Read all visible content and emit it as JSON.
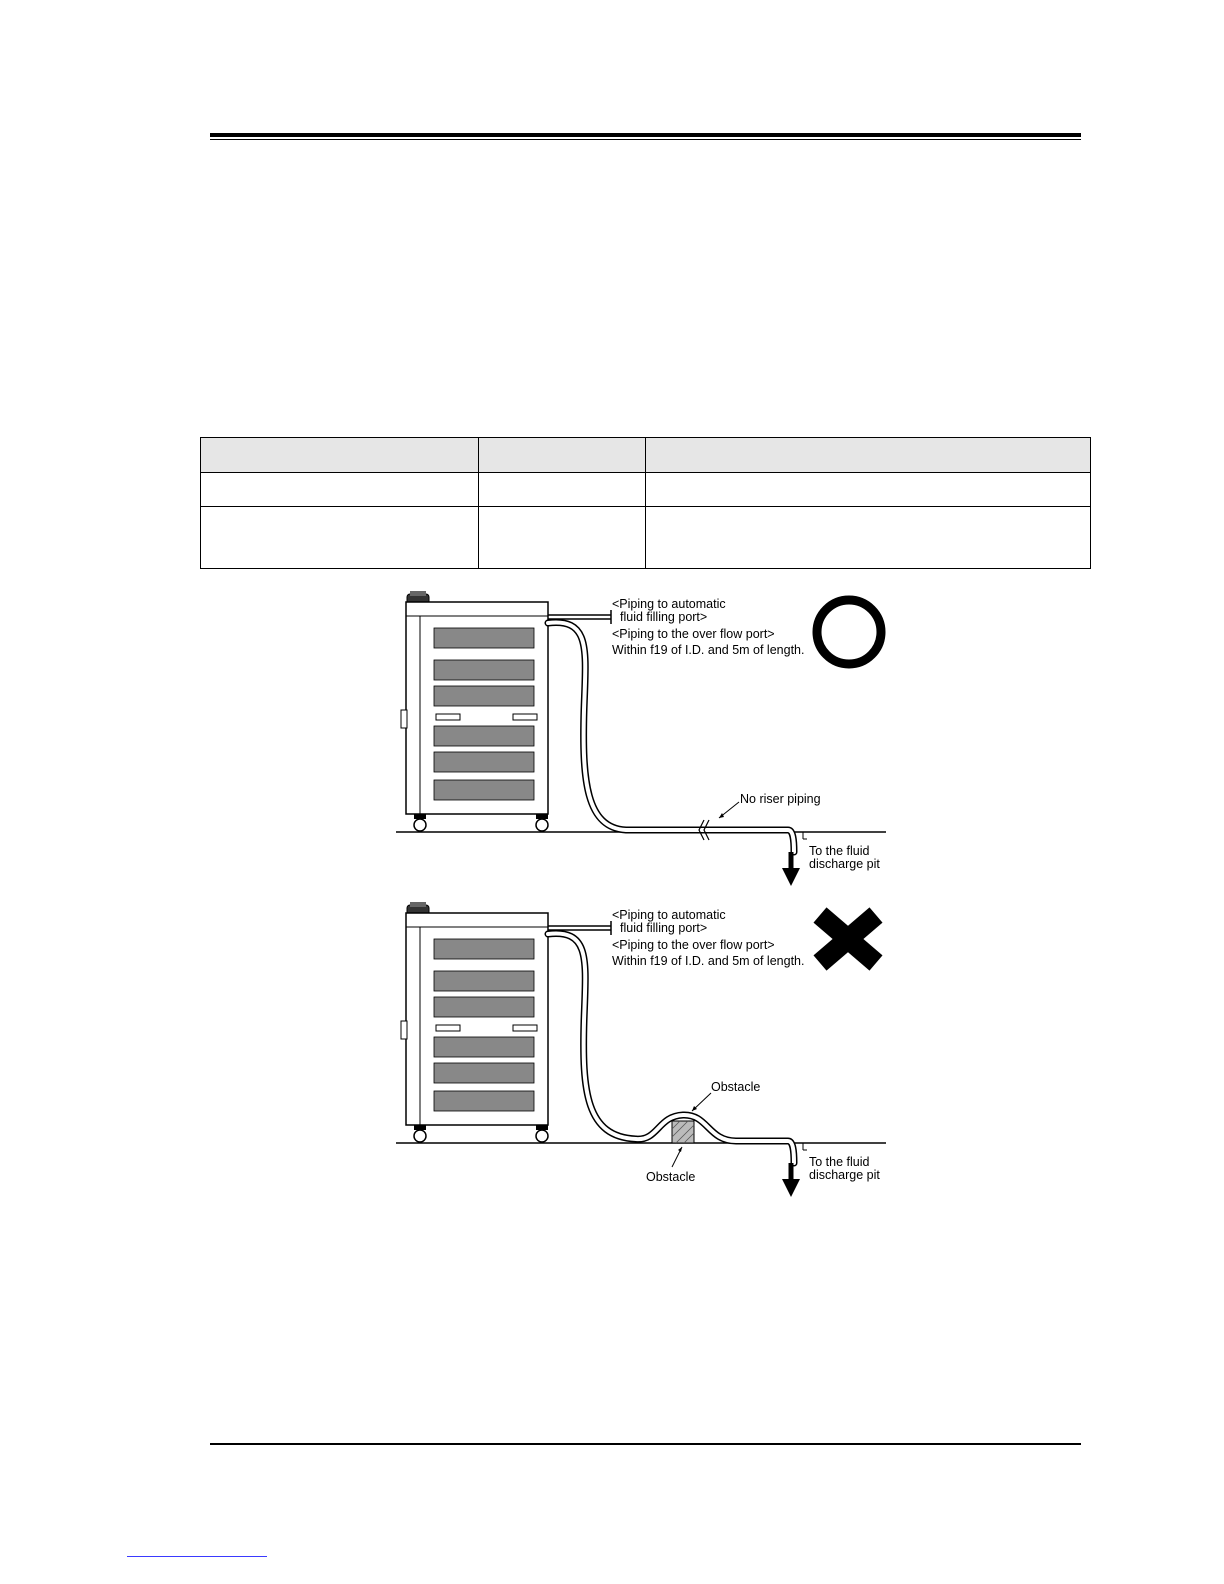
{
  "spec_table": {
    "columns": [
      "",
      "",
      ""
    ],
    "rows": [
      [
        "",
        "",
        ""
      ],
      [
        "",
        "",
        ""
      ]
    ]
  },
  "figure": {
    "panels": [
      {
        "verdict": "ok",
        "verdict_icon": "circle-icon",
        "label_fill_1": "<Piping to automatic",
        "label_fill_2": "fluid filling port>",
        "label_over": "<Piping to the over flow port>",
        "label_within": "Within f19 of I.D. and 5m of length.",
        "label_riser": "No riser piping",
        "label_pit_1": "To the fluid",
        "label_pit_2": "discharge pit"
      },
      {
        "verdict": "ng",
        "verdict_icon": "cross-icon",
        "label_fill_1": "<Piping to automatic",
        "label_fill_2": "fluid filling port>",
        "label_over": "<Piping to the over flow port>",
        "label_within": "Within f19 of I.D. and 5m of length.",
        "label_obstacle_top": "Obstacle",
        "label_obstacle_bottom": "Obstacle",
        "label_pit_1": "To the fluid",
        "label_pit_2": "discharge pit"
      }
    ]
  }
}
